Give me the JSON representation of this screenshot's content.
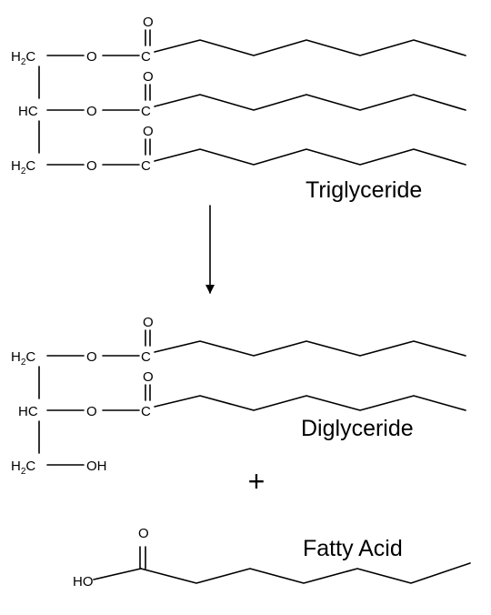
{
  "atoms": {
    "ch2": "H",
    "ch2_sub": "2",
    "ch2_c": "C",
    "ch": "HC",
    "oxygen": "O",
    "carbon": "C",
    "hydroxyl": "OH",
    "acid_ho": "HO"
  },
  "labels": {
    "triglyceride": "Triglyceride",
    "diglyceride": "Diglyceride",
    "fatty_acid": "Fatty Acid",
    "plus": "+"
  },
  "colors": {
    "ink": "#000000",
    "background": "#ffffff"
  }
}
